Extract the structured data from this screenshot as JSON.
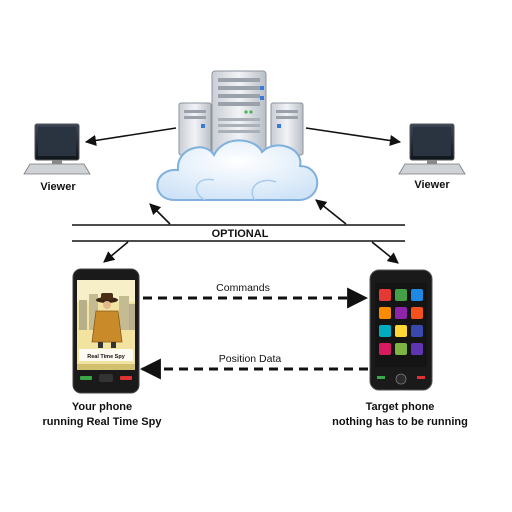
{
  "labels": {
    "viewer_left": "Viewer",
    "viewer_right": "Viewer",
    "optional": "OPTIONAL",
    "commands": "Commands",
    "position_data": "Position Data",
    "your_phone_line1": "Your phone",
    "your_phone_line2": "running Real Time Spy",
    "target_phone_line1": "Target phone",
    "target_phone_line2": "nothing has to be running",
    "app_screen_title": "Real Time Spy"
  },
  "colors": {
    "cloud_fill": "#dcebf9",
    "cloud_stroke": "#7fb0de",
    "server_body": "#dfe3e8",
    "server_light": "#3a7ad6",
    "monitor_screen": "#1e2530",
    "phone_body": "#1a1a1a",
    "app_bg": "#f2e3a0",
    "arrow": "#111111"
  },
  "icons": {
    "server": "server-icon",
    "cloud": "cloud-icon",
    "monitor": "monitor-icon",
    "smartphone": "smartphone-icon",
    "spy": "spy-figure-icon"
  }
}
